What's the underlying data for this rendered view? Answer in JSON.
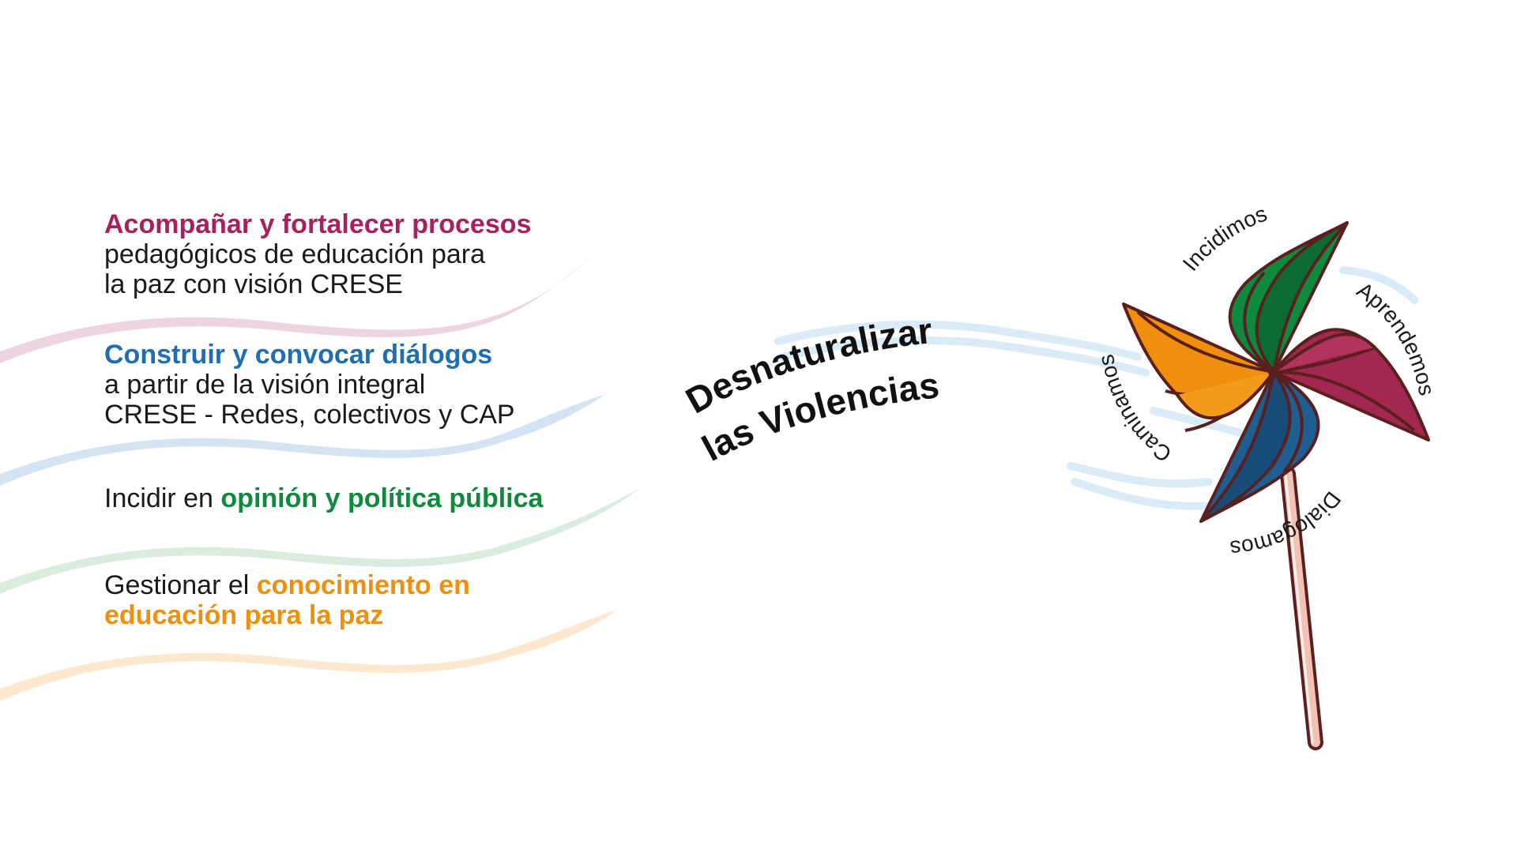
{
  "items": [
    {
      "highlight": "Acompañar y fortalecer procesos",
      "line2": "pedagógicos de educación para",
      "line3": "la paz con visión CRESE",
      "color": "#a8205e"
    },
    {
      "highlight": "Construir y convocar diálogos",
      "line2": "a partir de la visión integral",
      "line3": "CRESE - Redes, colectivos y CAP",
      "color": "#1f6db3"
    },
    {
      "prefix": "Incidir en ",
      "highlight": "opinión y política pública",
      "color": "#0f8a3c"
    },
    {
      "prefix": "Gestionar el ",
      "highlight": "conocimiento en",
      "highlight2": "educación para la paz",
      "color": "#ef8f0d"
    }
  ],
  "title": {
    "line1": "Desnaturalizar",
    "line2": "las Violencias"
  },
  "pinwheel": {
    "labels": {
      "top": "Incidimos",
      "right": "Aprendemos",
      "bottom": "Dialogamos",
      "left": "Caminamos"
    },
    "colors": {
      "green": "#0e8a3f",
      "wine": "#a3284f",
      "blue": "#1f5e90",
      "orange": "#ef8f0d",
      "outline": "#5a1f1f",
      "stick": "#f4c2b4"
    }
  }
}
